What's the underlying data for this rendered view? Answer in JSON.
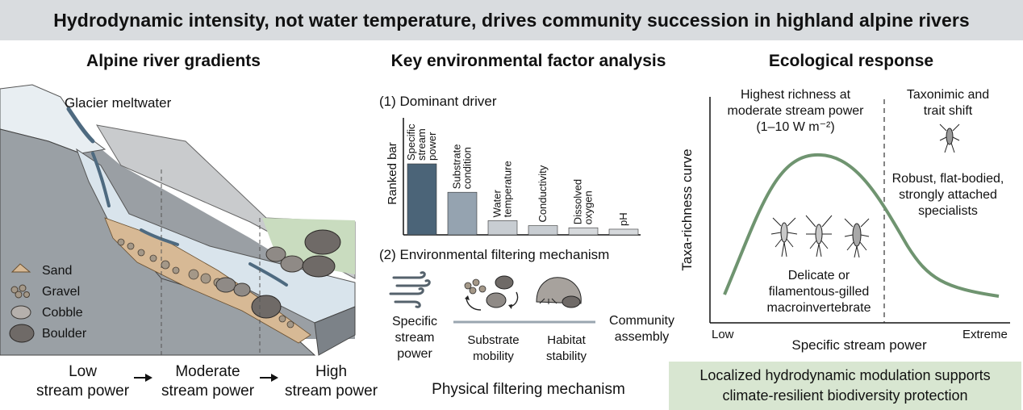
{
  "header": {
    "title": "Hydrodynamic intensity, not water temperature, drives community succession in highland alpine rivers"
  },
  "left_panel": {
    "title": "Alpine river gradients",
    "glacier_label": "Glacier meltwater",
    "legend": [
      "Sand",
      "Gravel",
      "Cobble",
      "Boulder"
    ],
    "gradient": [
      {
        "line1": "Low",
        "line2": "stream power"
      },
      {
        "line1": "Moderate",
        "line2": "stream power"
      },
      {
        "line1": "High",
        "line2": "stream power"
      }
    ]
  },
  "middle_panel": {
    "title": "Key environmental factor analysis",
    "section1": "(1) Dominant driver",
    "y_axis_label": "Ranked bar",
    "section2": "(2) Environmental filtering mechanism",
    "mechanism_labels": {
      "stream_power": [
        "Specific",
        "stream",
        "power"
      ],
      "substrate_mobility": [
        "Substrate",
        "mobility"
      ],
      "habitat_stability": [
        "Habitat",
        "stability"
      ],
      "community_assembly": [
        "Community",
        "assembly"
      ]
    },
    "footer": "Physical filtering mechanism"
  },
  "chart_data": {
    "type": "bar",
    "ylabel": "Ranked bar",
    "categories": [
      "Specific stream power",
      "Substrate condition",
      "Water temperature",
      "Conductivity",
      "Dissolved oxygen",
      "pH"
    ],
    "category_lines": [
      [
        "Specific",
        "stream",
        "power"
      ],
      [
        "Substrate",
        "condition"
      ],
      [
        "Water",
        "temperature"
      ],
      [
        "Conductivity"
      ],
      [
        "Dissolved",
        "oxygen"
      ],
      [
        "pH"
      ]
    ],
    "values": [
      1.0,
      0.6,
      0.2,
      0.13,
      0.1,
      0.08
    ],
    "colors": [
      "#4b6478",
      "#95a3b0",
      "#c8cdd2",
      "#c8cdd2",
      "#d6d9dc",
      "#d6d9dc"
    ]
  },
  "right_panel": {
    "title": "Ecological response",
    "y_axis_label": "Taxa-richness curve",
    "x_axis_label": "Specific stream power",
    "x_low": "Low",
    "x_high": "Extreme",
    "peak_note": [
      "Highest richness at",
      "moderate stream power",
      "(1–10 W m⁻²)"
    ],
    "shift_note": [
      "Taxonimic and",
      "trait shift"
    ],
    "specialists_note": [
      "Robust, flat-bodied,",
      "strongly attached",
      "specialists"
    ],
    "delicate_note": [
      "Delicate or",
      "filamentous-gilled",
      "macroinvertebrate"
    ],
    "curve_color": "#6f9470"
  },
  "footer_box": {
    "lines": [
      "Localized hydrodynamic modulation supports",
      "climate-resilient biodiversity protection"
    ]
  }
}
